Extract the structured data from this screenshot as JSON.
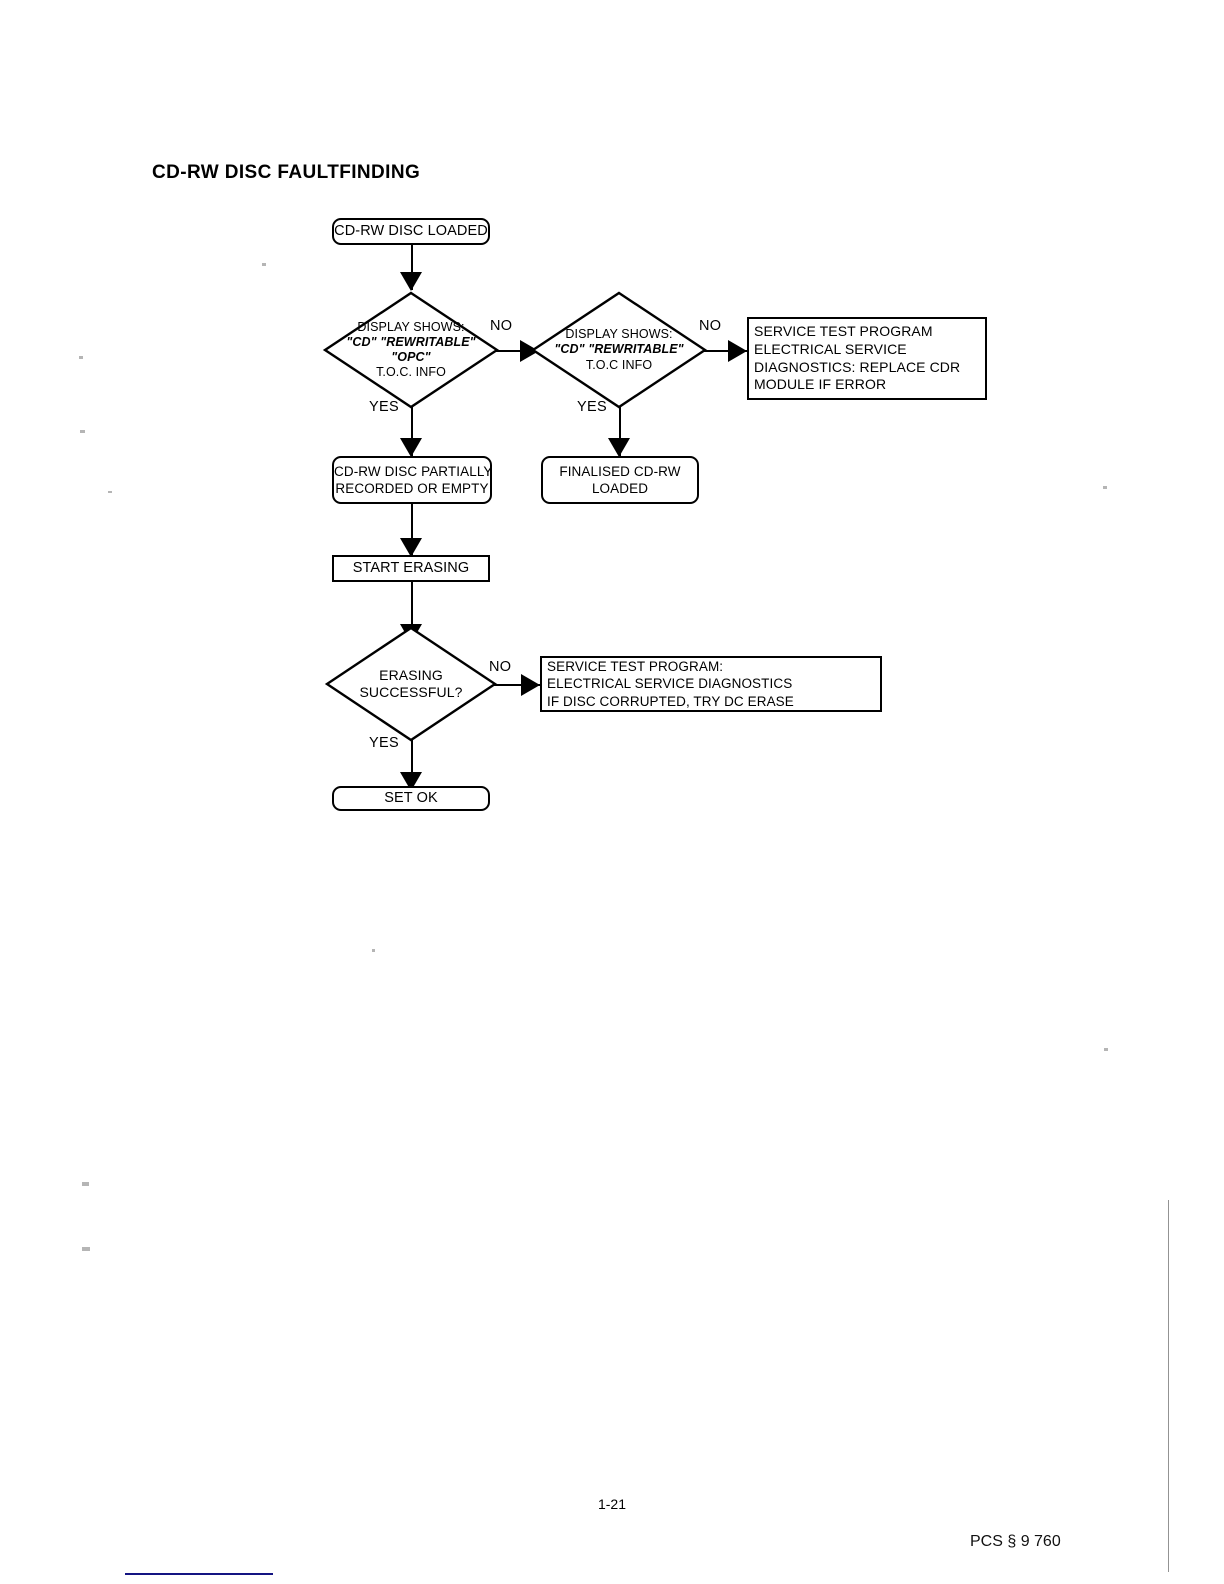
{
  "document": {
    "title": "CD-RW DISC FAULTFINDING",
    "page_number": "1-21",
    "doc_code": "PCS § 9 760"
  },
  "flowchart": {
    "type": "flowchart",
    "nodes": [
      {
        "id": "start",
        "shape": "rounded-rect",
        "lines": [
          "CD-RW DISC LOADED"
        ]
      },
      {
        "id": "decision-1",
        "shape": "diamond",
        "lines": [
          "DISPLAY SHOWS:",
          "\"CD\" \"REWRITABLE\"",
          "\"OPC\"",
          "T.O.C. INFO"
        ],
        "italic_lines": [
          1,
          2
        ]
      },
      {
        "id": "decision-2",
        "shape": "diamond",
        "lines": [
          "DISPLAY SHOWS:",
          "\"CD\" \"REWRITABLE\"",
          "T.O.C INFO"
        ],
        "italic_lines": [
          1
        ]
      },
      {
        "id": "service-test-1",
        "shape": "rect",
        "align": "left",
        "lines": [
          "SERVICE TEST PROGRAM",
          "ELECTRICAL SERVICE",
          "DIAGNOSTICS: REPLACE CDR",
          "MODULE IF ERROR"
        ]
      },
      {
        "id": "partially-recorded",
        "shape": "rounded-rect",
        "lines": [
          "CD-RW DISC PARTIALLY",
          "RECORDED OR EMPTY"
        ]
      },
      {
        "id": "finalised",
        "shape": "rounded-rect",
        "lines": [
          "FINALISED CD-RW",
          "LOADED"
        ]
      },
      {
        "id": "start-erasing",
        "shape": "rect",
        "lines": [
          "START ERASING"
        ]
      },
      {
        "id": "decision-3",
        "shape": "diamond",
        "lines": [
          "ERASING",
          "SUCCESSFUL?"
        ]
      },
      {
        "id": "service-test-2",
        "shape": "rect",
        "align": "left",
        "lines": [
          "SERVICE TEST PROGRAM:",
          "ELECTRICAL SERVICE DIAGNOSTICS",
          "IF DISC CORRUPTED, TRY DC ERASE"
        ]
      },
      {
        "id": "set-ok",
        "shape": "rounded-rect",
        "lines": [
          "SET OK"
        ]
      }
    ],
    "edges": [
      {
        "from": "start",
        "to": "decision-1",
        "label": ""
      },
      {
        "from": "decision-1",
        "to": "decision-2",
        "label": "NO"
      },
      {
        "from": "decision-1",
        "to": "partially-recorded",
        "label": "YES"
      },
      {
        "from": "decision-2",
        "to": "service-test-1",
        "label": "NO"
      },
      {
        "from": "decision-2",
        "to": "finalised",
        "label": "YES"
      },
      {
        "from": "partially-recorded",
        "to": "start-erasing",
        "label": ""
      },
      {
        "from": "start-erasing",
        "to": "decision-3",
        "label": ""
      },
      {
        "from": "decision-3",
        "to": "service-test-2",
        "label": "NO"
      },
      {
        "from": "decision-3",
        "to": "set-ok",
        "label": "YES"
      }
    ],
    "labels": {
      "no_1": "NO",
      "no_2": "NO",
      "no_3": "NO",
      "yes_1": "YES",
      "yes_2": "YES",
      "yes_3": "YES"
    }
  },
  "colors": {
    "ink": "#000000",
    "paper": "#ffffff",
    "footer_rule": "#141482"
  }
}
